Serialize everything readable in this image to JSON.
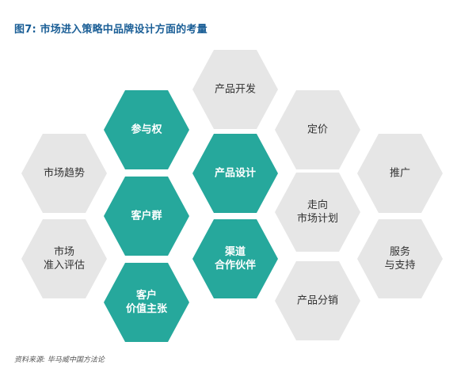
{
  "title": "图7: 市场进入策略中品牌设计方面的考量",
  "source": "资料来源: 毕马威中国方法论",
  "colors": {
    "teal": "#26a89c",
    "grey": "#e6e6e6",
    "teal_text": "#ffffff",
    "grey_text": "#333333",
    "title": "#1a5e96"
  },
  "hexagons": [
    {
      "id": "product-development",
      "lines": [
        "产品开发"
      ],
      "style": "grey"
    },
    {
      "id": "participation-rights",
      "lines": [
        "参与权"
      ],
      "style": "teal"
    },
    {
      "id": "pricing",
      "lines": [
        "定价"
      ],
      "style": "grey"
    },
    {
      "id": "market-trends",
      "lines": [
        "市场趋势"
      ],
      "style": "grey"
    },
    {
      "id": "product-design",
      "lines": [
        "产品设计"
      ],
      "style": "teal"
    },
    {
      "id": "promotion",
      "lines": [
        "推广"
      ],
      "style": "grey"
    },
    {
      "id": "customer-group",
      "lines": [
        "客户群"
      ],
      "style": "teal"
    },
    {
      "id": "go-to-market-plan",
      "lines": [
        "走向",
        "市场计划"
      ],
      "style": "grey"
    },
    {
      "id": "market-entry-assessment",
      "lines": [
        "市场",
        "准入评估"
      ],
      "style": "grey"
    },
    {
      "id": "channel-partners",
      "lines": [
        "渠道",
        "合作伙伴"
      ],
      "style": "teal"
    },
    {
      "id": "service-support",
      "lines": [
        "服务",
        "与支持"
      ],
      "style": "grey"
    },
    {
      "id": "customer-value-proposition",
      "lines": [
        "客户",
        "价值主张"
      ],
      "style": "teal"
    },
    {
      "id": "product-distribution",
      "lines": [
        "产品分销"
      ],
      "style": "grey"
    }
  ]
}
